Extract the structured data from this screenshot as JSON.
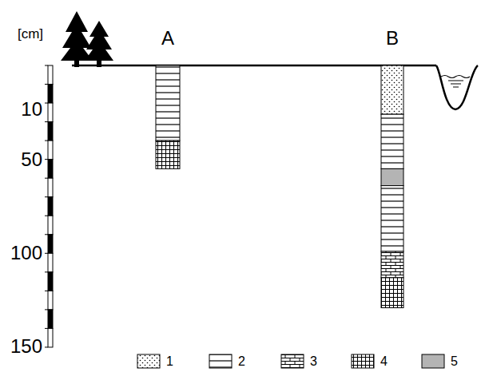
{
  "diagram": {
    "labels": [
      "[cm]",
      "10",
      "50",
      "100",
      "150",
      "A",
      "B"
    ],
    "legend": [
      {
        "text": "1"
      },
      {
        "text": "2"
      },
      {
        "text": "3"
      },
      {
        "text": "4"
      },
      {
        "text": "5",
        "color": "#b4b4b4"
      }
    ]
  }
}
